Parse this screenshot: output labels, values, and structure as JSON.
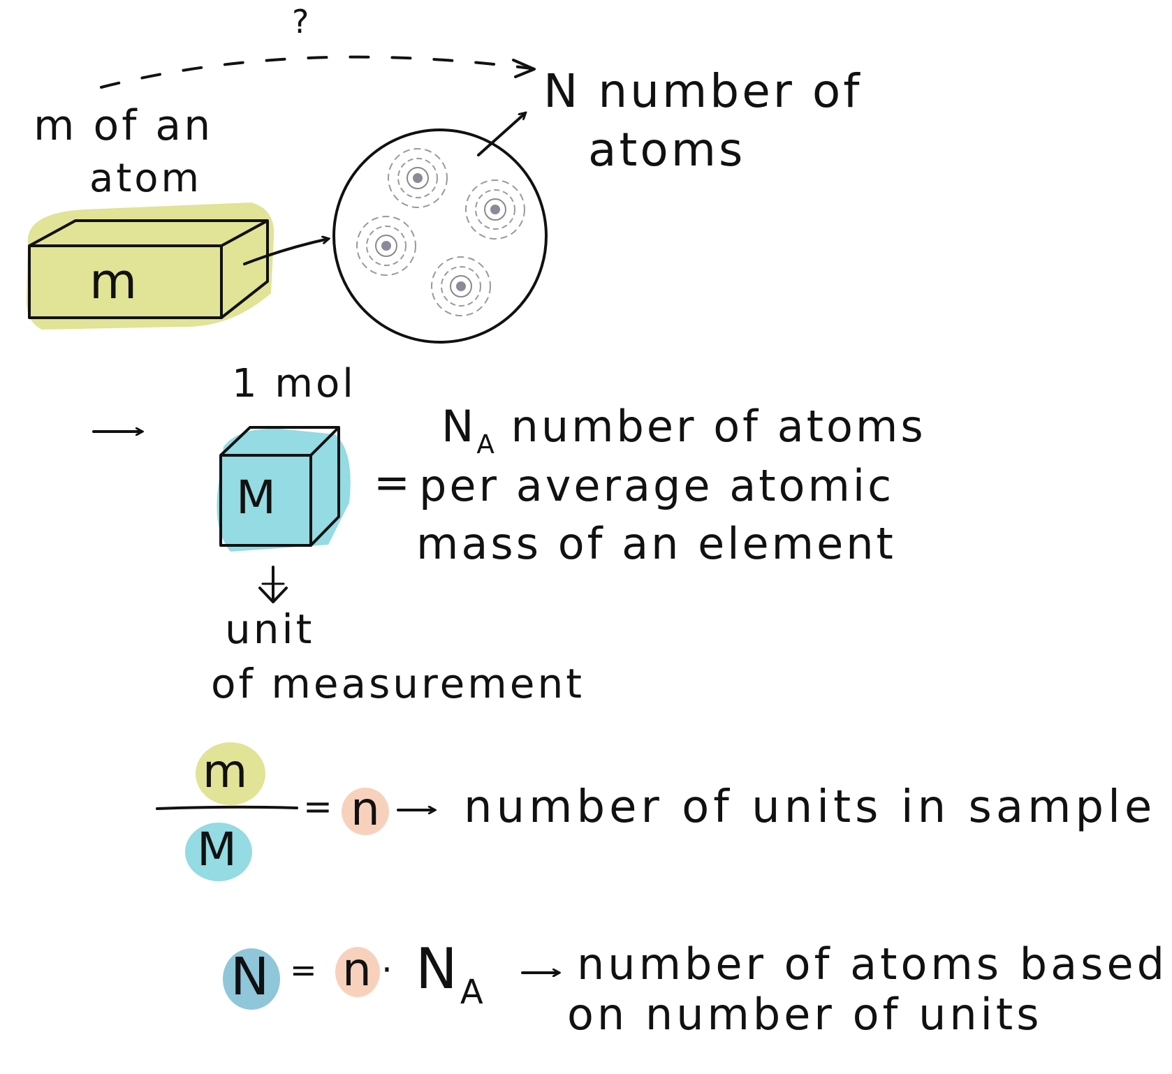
{
  "labels": {
    "question_mark": "?",
    "n_number_of_atoms_line1": "N number of",
    "n_number_of_atoms_line2": "atoms",
    "m_of_an_atom_line1": "m of an",
    "m_of_an_atom_line2": "atom",
    "m_box": "m",
    "one_mol": "1 mol",
    "M_box": "M",
    "equals": "=",
    "na_symbol": "N",
    "na_subscript": "A",
    "na_desc_line1": " number of atoms",
    "na_desc_line2": "per average atomic",
    "na_desc_line3": "mass of an element",
    "unit_line1": "unit",
    "unit_line2": "of measurement",
    "frac_numerator": "m",
    "frac_denominator": "M",
    "frac_equals": "=",
    "frac_n": "n",
    "frac_result": "number of units in sample",
    "eq2_N": "N",
    "eq2_equals": "=",
    "eq2_n": "n",
    "eq2_dot": "·",
    "eq2_NA": "N",
    "eq2_NA_sub": "A",
    "eq2_result_line1": "number of atoms based",
    "eq2_result_line2": "on number of units"
  },
  "colors": {
    "ink": "#111111",
    "yellow": "#e1e396",
    "cyan": "#94dbe3",
    "peach": "#f8d1bd",
    "blue": "#8fc6da"
  }
}
